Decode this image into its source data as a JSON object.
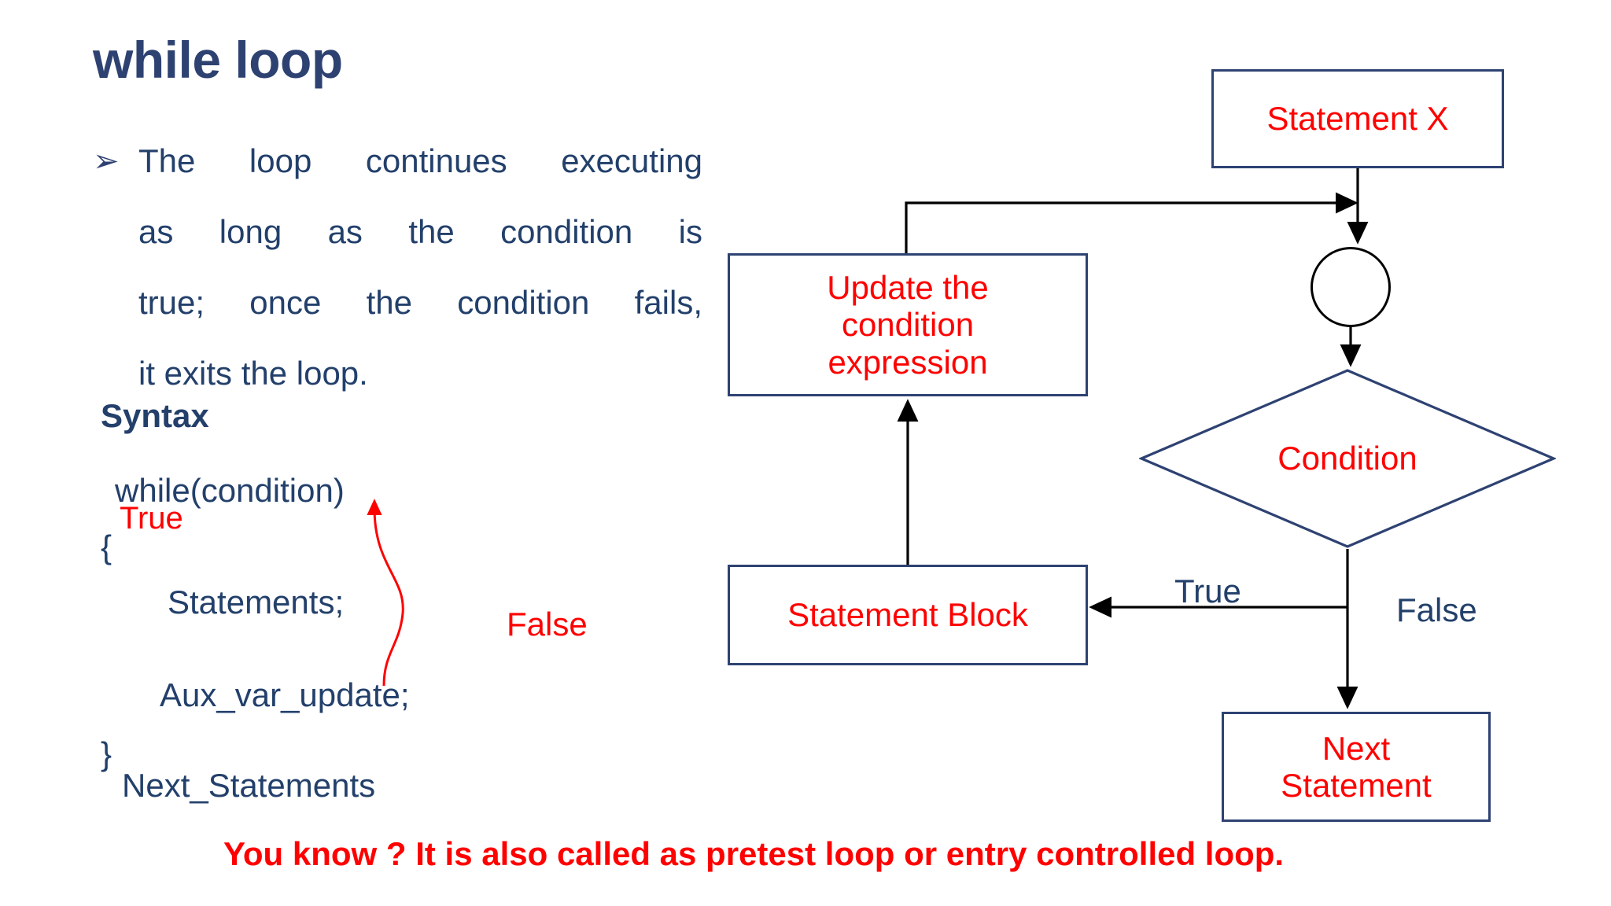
{
  "slide": {
    "title": "while loop",
    "bullet_marker": "➢",
    "bullet_lines": [
      "The loop continues executing",
      "as long as the condition is",
      "true; once the condition fails,",
      "it exits the loop."
    ],
    "syntax_heading": "Syntax",
    "code": {
      "while_line": "while(condition)",
      "open_brace": "{",
      "statements": "Statements;",
      "aux_update": "Aux_var_update;",
      "close_brace": "}",
      "next_statements": "Next_Statements"
    },
    "annotations": {
      "true_label": "True",
      "false_label": "False"
    },
    "footer_note": "You know ? It is also called as pretest loop or entry controlled loop."
  },
  "flowchart": {
    "nodes": {
      "statement_x": "Statement X",
      "update_condition": "Update the\ncondition\nexpression",
      "condition": "Condition",
      "statement_block": "Statement Block",
      "next_statement": "Next\nStatement"
    },
    "edge_labels": {
      "true": "True",
      "false": "False"
    }
  },
  "colors": {
    "navy": "#2e4272",
    "text_navy": "#23406b",
    "red": "#ff0000",
    "connector": "#000000",
    "background": "#ffffff"
  }
}
